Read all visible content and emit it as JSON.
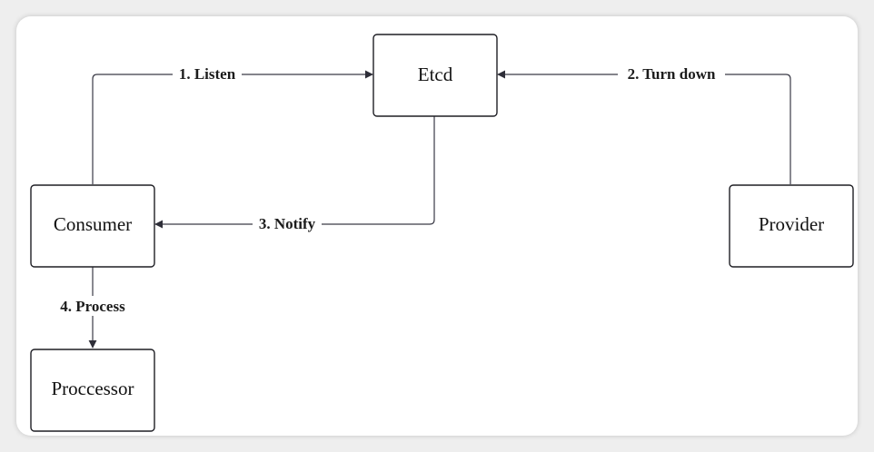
{
  "diagram": {
    "nodes": {
      "etcd": "Etcd",
      "consumer": "Consumer",
      "provider": "Provider",
      "processor": "Proccessor"
    },
    "edges": {
      "listen": "1. Listen",
      "turn_down": "2. Turn down",
      "notify": "3. Notify",
      "process": "4. Process"
    }
  }
}
